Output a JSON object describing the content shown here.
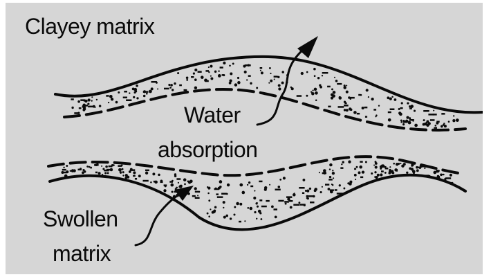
{
  "figure": {
    "background_color": "#d6d6d6",
    "ink_color": "#0a0a0a",
    "labels": {
      "clayey_matrix": "Clayey matrix",
      "water": "Water",
      "absorption": "absorption",
      "swollen": "Swollen",
      "matrix": "matrix"
    }
  }
}
